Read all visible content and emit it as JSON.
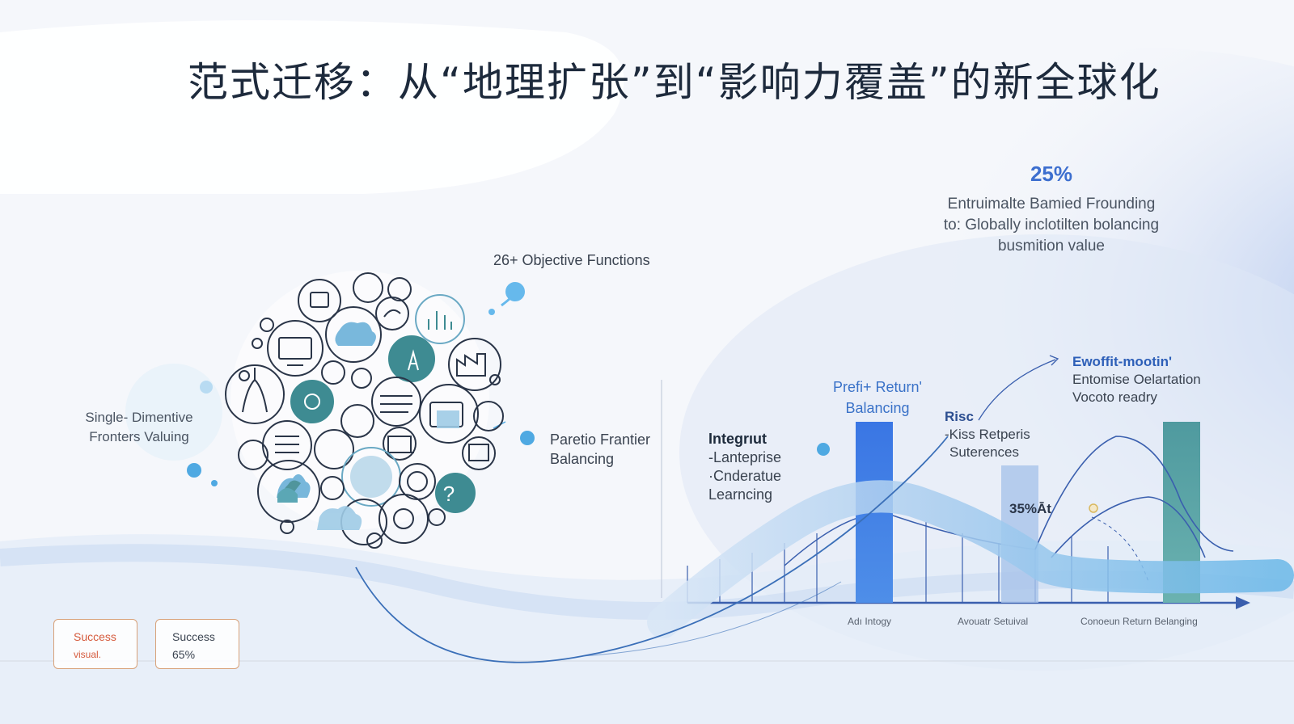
{
  "title": "范式迁移：从“地理扩张”到“影响力覆盖”的新全球化",
  "labels": {
    "objective_functions": "26+ Objective Functions",
    "single_dimension": [
      "Single- Dimentive",
      "Fronters Valuing"
    ],
    "pareto": [
      "Paretio Frantier",
      "Balancing"
    ],
    "integrity": [
      "Integrıut",
      "-Lanteprise",
      "·Cnderatue",
      "Learncing"
    ],
    "profit_return": [
      "Prefi+ Return'",
      "Balancing"
    ],
    "risk_title": "Risc",
    "risk_lines": [
      "-Kiss Retperis",
      "Suterences"
    ],
    "evolution_title": "Ewoffit-mootin'",
    "evolution_lines": [
      "Entomise Oelartation",
      "Vocoto readry"
    ],
    "pct_35": "35%Āt"
  },
  "stat": {
    "value": "25%",
    "description": [
      "Entruimalte Bamied Frounding",
      "to: Globally inclotilten bolancing",
      "busmition value"
    ]
  },
  "axis_labels": [
    "Adı Intogy",
    "Avouatr Setuival",
    "Conoeun Return Belanging"
  ],
  "cards": [
    {
      "line1": "Success",
      "line2": "visual."
    },
    {
      "line1": "Success",
      "line2": "65%"
    }
  ],
  "colors": {
    "accent": "#3a72c8",
    "teal": "#3e8b92",
    "light_blue": "#6ab4e6"
  },
  "icons": [
    "tablet-icon",
    "cloud-icon",
    "bar-chart-icon",
    "monitor-icon",
    "letter-a-icon",
    "factory-icon",
    "coral-icon",
    "gear-icon",
    "list-icon",
    "box-icon",
    "globe-icon",
    "user-icon",
    "question-icon",
    "bank-icon",
    "basket-icon",
    "shield-icon",
    "dollar-icon"
  ]
}
